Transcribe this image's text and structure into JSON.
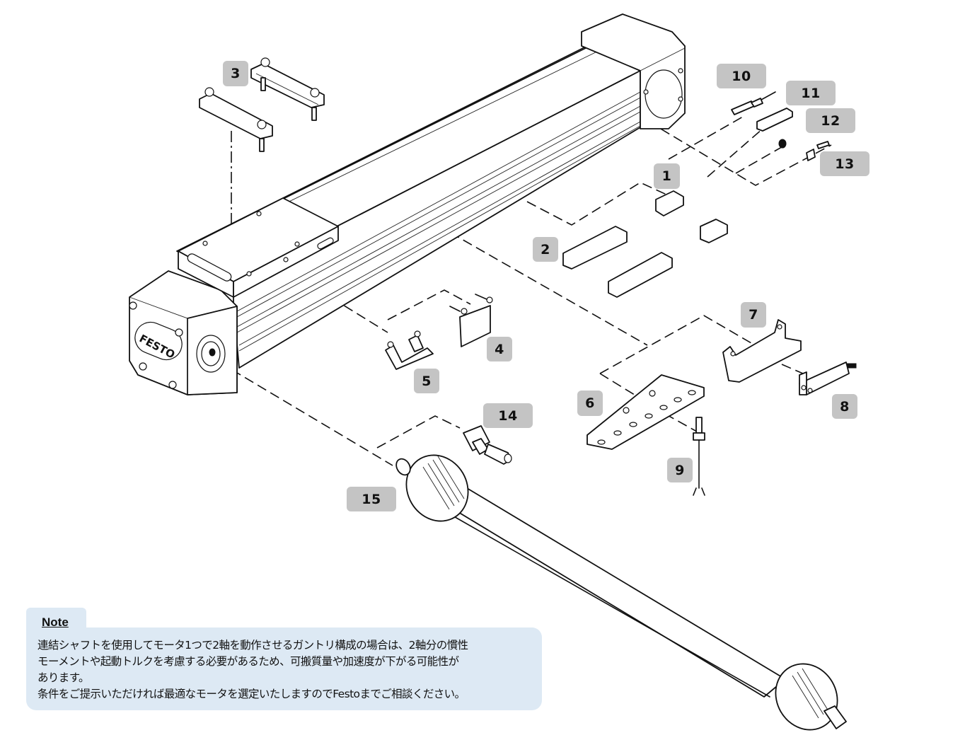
{
  "diagram": {
    "title": "Festo gantry axis exploded accessory view",
    "brand_logo_text": "FESTO",
    "callouts": [
      {
        "id": "1",
        "label": "1",
        "part": "slot-nut-small"
      },
      {
        "id": "2",
        "label": "2",
        "part": "slot-nut-long"
      },
      {
        "id": "3",
        "label": "3",
        "part": "mounting-bar"
      },
      {
        "id": "4",
        "label": "4",
        "part": "switch-lug-flat"
      },
      {
        "id": "5",
        "label": "5",
        "part": "switch-lug-bent"
      },
      {
        "id": "6",
        "label": "6",
        "part": "sensor-bracket"
      },
      {
        "id": "7",
        "label": "7",
        "part": "slot-sensor-bracket"
      },
      {
        "id": "8",
        "label": "8",
        "part": "fork-light-barrier"
      },
      {
        "id": "9",
        "label": "9",
        "part": "proximity-sensor"
      },
      {
        "id": "10",
        "label": "10",
        "part": "proximity-switch"
      },
      {
        "id": "11",
        "label": "11",
        "part": "slot-cover"
      },
      {
        "id": "12",
        "label": "12",
        "part": "slot-nut-square"
      },
      {
        "id": "13",
        "label": "13",
        "part": "clip"
      },
      {
        "id": "14",
        "label": "14",
        "part": "drive-shaft-adapter"
      },
      {
        "id": "15",
        "label": "15",
        "part": "connecting-shaft"
      }
    ],
    "colors": {
      "badge_bg": "#c4c4c4",
      "note_bg": "#dde9f4",
      "line": "#111111"
    }
  },
  "note": {
    "title": "Note",
    "lines": [
      "連結シャフトを使用してモータ1つで2軸を動作させるガントリ構成の場合は、2軸分の慣性",
      "モーメントや起動トルクを考慮する必要があるため、可搬質量や加速度が下がる可能性が",
      "あります。",
      "条件をご提示いただければ最適なモータを選定いたしますのでFestoまでご相談ください。"
    ]
  }
}
